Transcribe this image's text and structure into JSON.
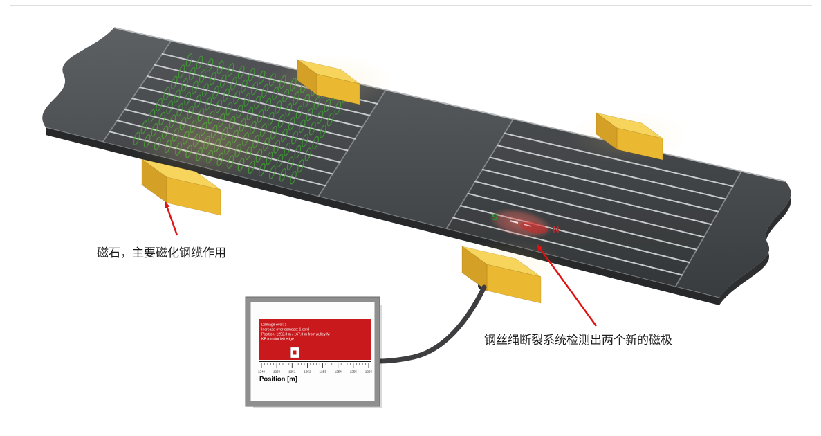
{
  "figure": {
    "annotations": {
      "magnet_label": "磁石，主要磁化钢缆作用",
      "detection_label": "钢丝绳断裂系统检测出两个新的磁极"
    },
    "poles": {
      "south": "S",
      "north": "N"
    },
    "monitor": {
      "display_lines": [
        "Damage evol: 1",
        "Increase over damage: 1 cord",
        "Position: 1252.3 m / 167.3 m from pulley M",
        "KB monitor left edge"
      ],
      "scale_labels": [
        "1249",
        "1250",
        "1251",
        "1252",
        "1253",
        "1254",
        "1255",
        "1256"
      ],
      "axis_label": "Position [m]"
    },
    "colors": {
      "belt_gray": "#4c4e50",
      "steel_cable": "#ced2d4",
      "coil_green": "#3da32f",
      "magnet_yellow": "#f2c23e",
      "display_red": "#c9191c",
      "arrow_red": "#e01212",
      "pole_south_green": "#1f9e2f",
      "pole_north_red": "#cf2020"
    }
  }
}
